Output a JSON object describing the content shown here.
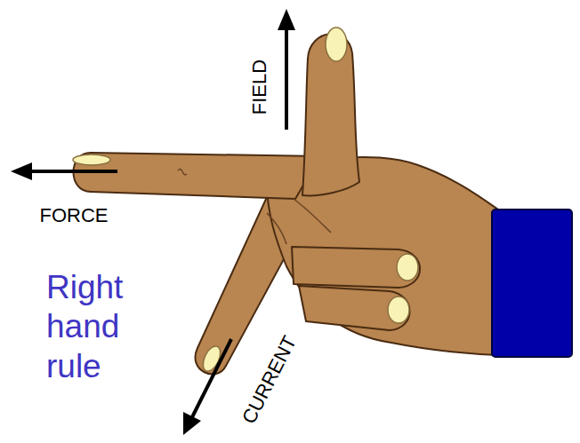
{
  "diagram": {
    "labels": [
      "FIELD",
      "FORCE",
      "CURRENT",
      "Right hand rule"
    ]
  }
}
